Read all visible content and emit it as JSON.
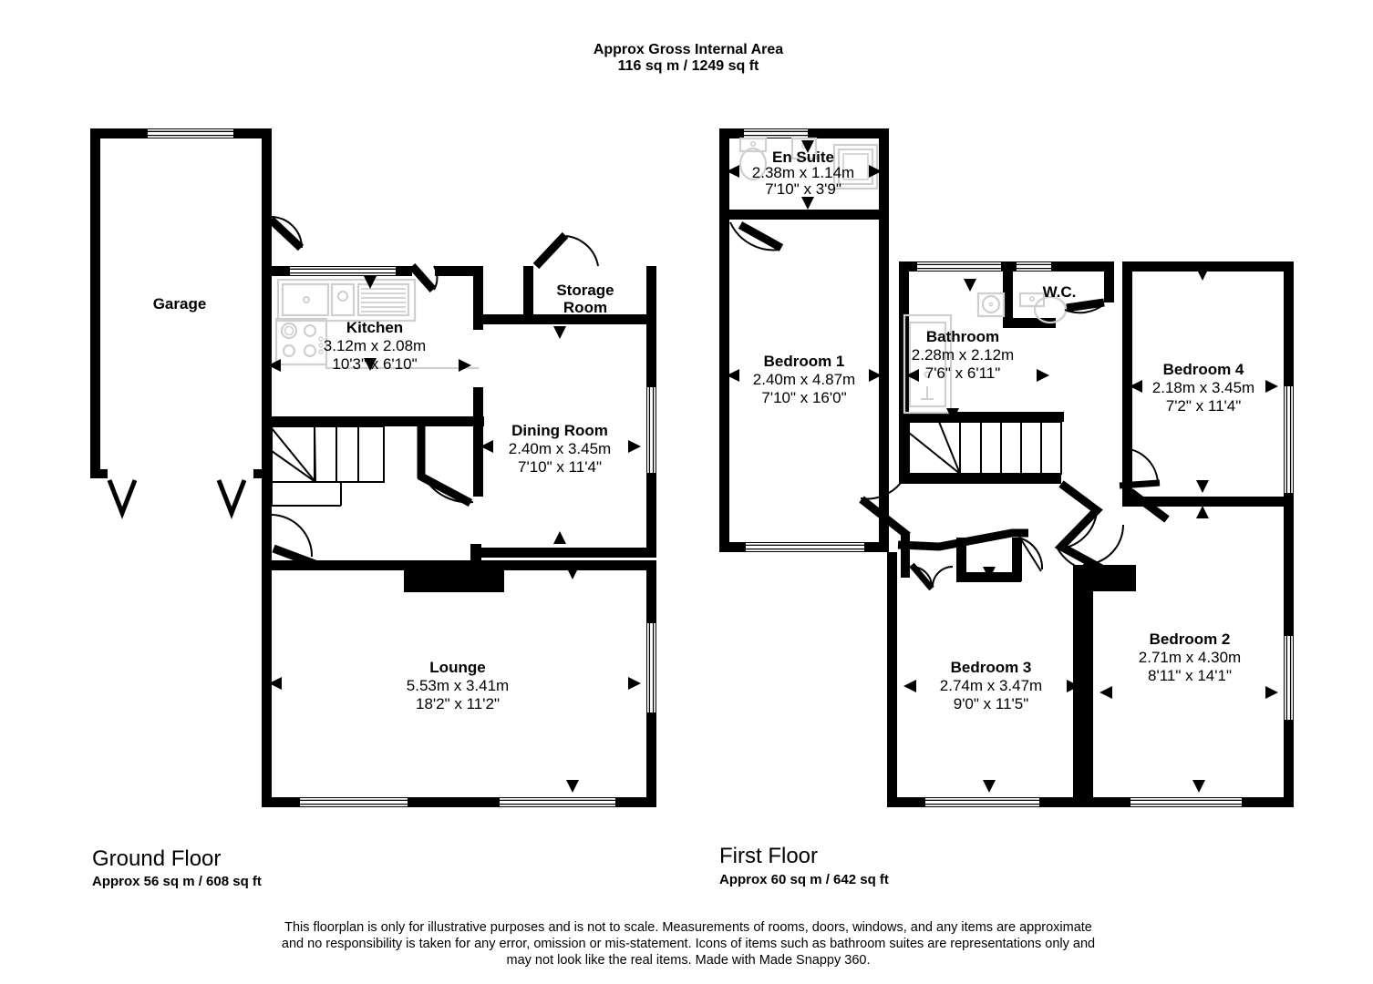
{
  "header": {
    "title": "Approx Gross Internal Area",
    "area": "116 sq m / 1249 sq ft"
  },
  "floors": [
    {
      "id": "ground",
      "name": "Ground Floor",
      "area": "Approx 56 sq m / 608 sq ft",
      "rooms": [
        {
          "id": "garage",
          "name": "Garage",
          "metric": "",
          "imperial": ""
        },
        {
          "id": "kitchen",
          "name": "Kitchen",
          "metric": "3.12m x 2.08m",
          "imperial": "10'3\" x 6'10\""
        },
        {
          "id": "storage-room",
          "name": "Storage\nRoom",
          "name_line1": "Storage",
          "name_line2": "Room",
          "metric": "",
          "imperial": ""
        },
        {
          "id": "dining-room",
          "name": "Dining Room",
          "metric": "2.40m x 3.45m",
          "imperial": "7'10\" x 11'4\""
        },
        {
          "id": "lounge",
          "name": "Lounge",
          "metric": "5.53m x 3.41m",
          "imperial": "18'2\" x 11'2\""
        }
      ]
    },
    {
      "id": "first",
      "name": "First Floor",
      "area": "Approx 60 sq m / 642 sq ft",
      "rooms": [
        {
          "id": "en-suite",
          "name": "En Suite",
          "metric": "2.38m x 1.14m",
          "imperial": "7'10\" x 3'9\""
        },
        {
          "id": "bedroom-1",
          "name": "Bedroom 1",
          "metric": "2.40m x 4.87m",
          "imperial": "7'10\" x 16'0\""
        },
        {
          "id": "bathroom",
          "name": "Bathroom",
          "metric": "2.28m x 2.12m",
          "imperial": "7'6\" x 6'11\""
        },
        {
          "id": "wc",
          "name": "W.C.",
          "metric": "",
          "imperial": ""
        },
        {
          "id": "bedroom-4",
          "name": "Bedroom 4",
          "metric": "2.18m x 3.45m",
          "imperial": "7'2\" x 11'4\""
        },
        {
          "id": "bedroom-2",
          "name": "Bedroom 2",
          "metric": "2.71m x 4.30m",
          "imperial": "8'11\" x 14'1\""
        },
        {
          "id": "bedroom-3",
          "name": "Bedroom 3",
          "metric": "2.74m x 3.47m",
          "imperial": "9'0\" x 11'5\""
        }
      ]
    }
  ],
  "disclaimer": {
    "line1": "This floorplan is only for illustrative purposes and is not to scale. Measurements of rooms, doors, windows, and any items are approximate",
    "line2": "and no responsibility is taken for any error, omission or mis-statement. Icons of items such as bathroom suites are representations only and",
    "line3": "may not look like the real items. Made with Made Snappy 360."
  },
  "colors": {
    "wall": "#000000",
    "background": "#ffffff",
    "fixture": "#d4d4d4",
    "text": "#000000"
  }
}
